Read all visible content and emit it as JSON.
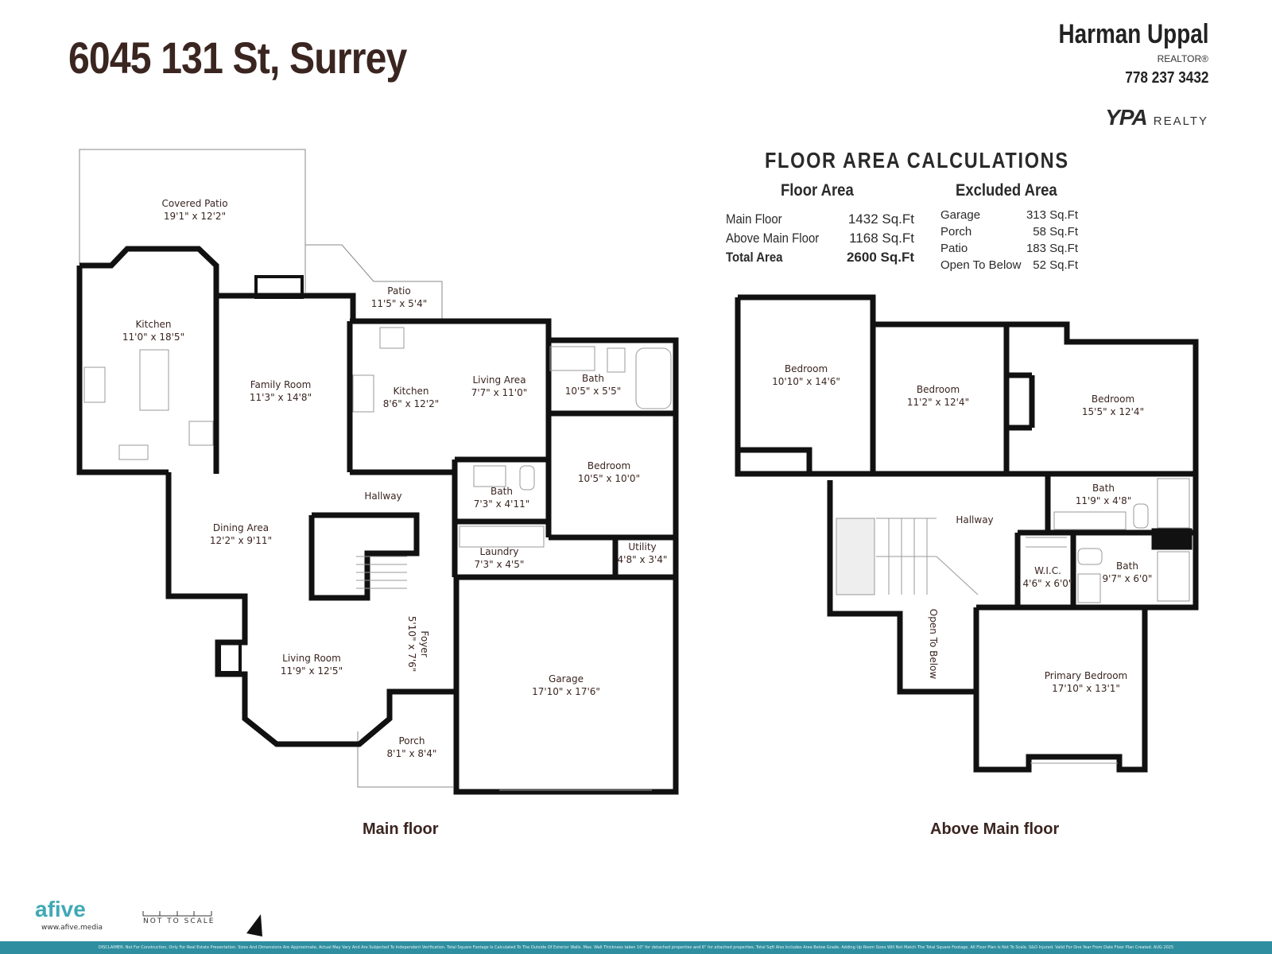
{
  "header": {
    "address": "6045 131 St, Surrey",
    "agent_name": "Harman Uppal",
    "agent_role": "REALTOR®",
    "agent_phone": "778 237 3432",
    "brokerage_mark": "YPA",
    "brokerage_word": "REALTY"
  },
  "calculations": {
    "title": "FLOOR AREA CALCULATIONS",
    "floor_area_heading": "Floor Area",
    "excluded_area_heading": "Excluded Area",
    "floor_area": [
      {
        "label": "Main Floor",
        "value": "1432 Sq.Ft"
      },
      {
        "label": "Above Main Floor",
        "value": "1168 Sq.Ft"
      },
      {
        "label": "Total Area",
        "value": "2600 Sq.Ft"
      }
    ],
    "excluded_area": [
      {
        "label": "Garage",
        "value": "313 Sq.Ft"
      },
      {
        "label": "Porch",
        "value": "58 Sq.Ft"
      },
      {
        "label": "Patio",
        "value": "183 Sq.Ft"
      },
      {
        "label": "Open To Below",
        "value": "52 Sq.Ft"
      }
    ]
  },
  "main_floor": {
    "label": "Main floor",
    "rooms": [
      {
        "name": "Covered Patio",
        "dims": "19'1\" x 12'2\""
      },
      {
        "name": "Kitchen",
        "dims": "11'0\" x 18'5\""
      },
      {
        "name": "Family Room",
        "dims": "11'3\" x 14'8\""
      },
      {
        "name": "Patio",
        "dims": "11'5\" x 5'4\""
      },
      {
        "name": "Kitchen",
        "dims": "8'6\" x 12'2\""
      },
      {
        "name": "Living Area",
        "dims": "7'7\" x 11'0\""
      },
      {
        "name": "Bath",
        "dims": "10'5\" x 5'5\""
      },
      {
        "name": "Bedroom",
        "dims": "10'5\" x 10'0\""
      },
      {
        "name": "Hallway",
        "dims": ""
      },
      {
        "name": "Bath",
        "dims": "7'3\" x 4'11\""
      },
      {
        "name": "Dining Area",
        "dims": "12'2\" x 9'11\""
      },
      {
        "name": "Laundry",
        "dims": "7'3\" x 4'5\""
      },
      {
        "name": "Utility",
        "dims": "4'8\" x 3'4\""
      },
      {
        "name": "Living Room",
        "dims": "11'9\" x 12'5\""
      },
      {
        "name": "Foyer",
        "dims": "5'10\" x 7'6\""
      },
      {
        "name": "Garage",
        "dims": "17'10\" x 17'6\""
      },
      {
        "name": "Porch",
        "dims": "8'1\" x 8'4\""
      }
    ]
  },
  "upper_floor": {
    "label": "Above Main floor",
    "rooms": [
      {
        "name": "Bedroom",
        "dims": "10'10\" x 14'6\""
      },
      {
        "name": "Bedroom",
        "dims": "11'2\" x 12'4\""
      },
      {
        "name": "Bedroom",
        "dims": "15'5\" x 12'4\""
      },
      {
        "name": "Bath",
        "dims": "11'9\" x 4'8\""
      },
      {
        "name": "Hallway",
        "dims": ""
      },
      {
        "name": "W.I.C.",
        "dims": "4'6\" x 6'0\""
      },
      {
        "name": "Bath",
        "dims": "9'7\" x 6'0\""
      },
      {
        "name": "Open To Below",
        "dims": ""
      },
      {
        "name": "Primary Bedroom",
        "dims": "17'10\" x 13'1\""
      }
    ]
  },
  "footer": {
    "logo": "afive",
    "url": "www.afive.media",
    "scale_note": "NOT TO SCALE",
    "disclaimer": "DISCLAIMER: Not For Construction, Only For Real Estate Presentation. Sizes And Dimensions Are Approximate, Actual May Vary And Are Subjected To Independent Verification. Total Square Footage Is Calculated To The Outside Of Exterior Walls. Max. Wall Thickness taken 10\" for detached properties and 6\" for attached properties. Total Sqft Also Includes Area Below Grade. Adding Up Room Sizes Will Not Match The Total Square Footage. All Floor Plan Is Not To Scale. S&O Injured. Valid For One Year From Date Floor Plan Created. AUG 2025"
  },
  "colors": {
    "wall": "#111111",
    "text": "#3a2520",
    "accent": "#2f8fa0",
    "logo": "#3fa9b5"
  }
}
